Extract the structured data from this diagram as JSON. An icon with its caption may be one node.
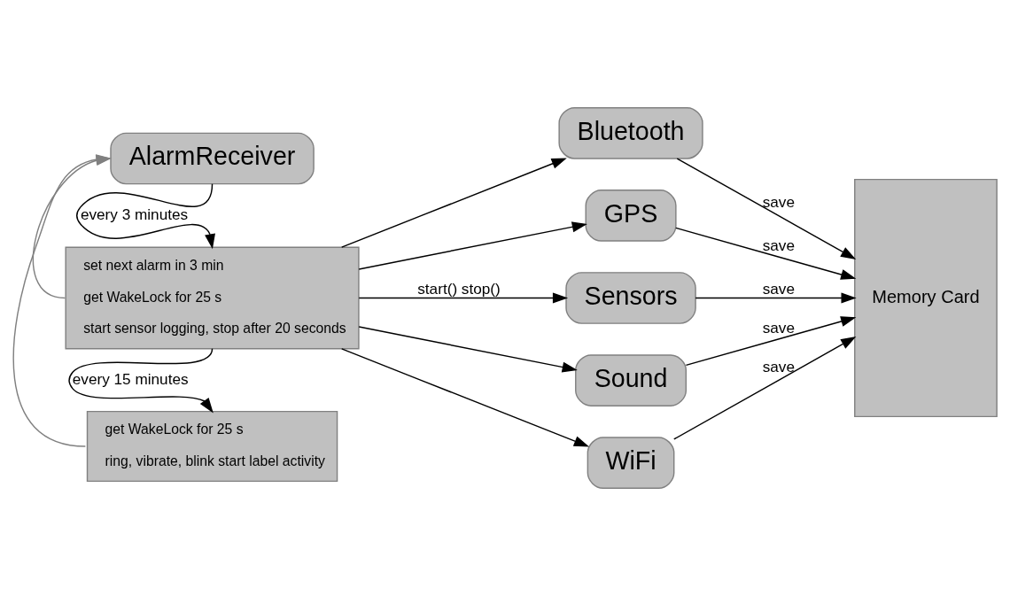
{
  "diagram": {
    "nodes": [
      {
        "text": [
          "AlarmReceiver"
        ]
      },
      {
        "text": [
          "set next alarm in 3 min",
          "get WakeLock for 25 s",
          "start sensor logging, stop after 20 seconds"
        ]
      },
      {
        "text": [
          "get WakeLock for 25 s",
          "ring, vibrate, blink start label activity"
        ]
      },
      {
        "text": [
          "Bluetooth"
        ]
      },
      {
        "text": [
          "GPS"
        ]
      },
      {
        "text": [
          "Sensors"
        ]
      },
      {
        "text": [
          "Sound"
        ]
      },
      {
        "text": [
          "WiFi"
        ]
      },
      {
        "text": [
          "Memory Card"
        ]
      }
    ],
    "edges": [
      {
        "from": 0,
        "to": 1,
        "arrow": "to",
        "label": "every 3 minutes"
      },
      {
        "from": 1,
        "to": 2,
        "arrow": "to",
        "label": "every 15 minutes"
      },
      {
        "from": 1,
        "to": 0,
        "arrow": "to",
        "color": "#808080"
      },
      {
        "from": 2,
        "to": 0,
        "arrow": "to",
        "color": "#808080"
      },
      {
        "from": 1,
        "to": 3,
        "arrow": "to"
      },
      {
        "from": 1,
        "to": 4,
        "arrow": "to"
      },
      {
        "from": 1,
        "to": 5,
        "arrow": "to",
        "label": "start() stop()"
      },
      {
        "from": 1,
        "to": 6,
        "arrow": "to"
      },
      {
        "from": 1,
        "to": 7,
        "arrow": "to"
      },
      {
        "from": 3,
        "to": 8,
        "arrow": "to",
        "label": "save"
      },
      {
        "from": 4,
        "to": 8,
        "arrow": "to",
        "label": "save"
      },
      {
        "from": 5,
        "to": 8,
        "arrow": "to",
        "label": "save"
      },
      {
        "from": 6,
        "to": 8,
        "arrow": "to",
        "label": "save"
      },
      {
        "from": 7,
        "to": 8,
        "arrow": "to",
        "label": "save"
      }
    ]
  }
}
